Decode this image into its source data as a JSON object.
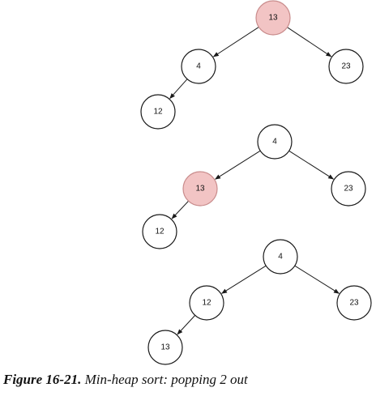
{
  "diagrams": [
    {
      "id": "step-1",
      "nodes": [
        {
          "id": "a",
          "label": "13",
          "highlight": true
        },
        {
          "id": "b",
          "label": "4",
          "highlight": false
        },
        {
          "id": "c",
          "label": "23",
          "highlight": false
        },
        {
          "id": "d",
          "label": "12",
          "highlight": false
        }
      ],
      "edges": [
        [
          "a",
          "b"
        ],
        [
          "a",
          "c"
        ],
        [
          "b",
          "d"
        ]
      ]
    },
    {
      "id": "step-2",
      "nodes": [
        {
          "id": "a",
          "label": "4",
          "highlight": false
        },
        {
          "id": "b",
          "label": "13",
          "highlight": true
        },
        {
          "id": "c",
          "label": "23",
          "highlight": false
        },
        {
          "id": "d",
          "label": "12",
          "highlight": false
        }
      ],
      "edges": [
        [
          "a",
          "b"
        ],
        [
          "a",
          "c"
        ],
        [
          "b",
          "d"
        ]
      ]
    },
    {
      "id": "step-3",
      "nodes": [
        {
          "id": "a",
          "label": "4",
          "highlight": false
        },
        {
          "id": "b",
          "label": "12",
          "highlight": false
        },
        {
          "id": "c",
          "label": "23",
          "highlight": false
        },
        {
          "id": "d",
          "label": "13",
          "highlight": false
        }
      ],
      "edges": [
        [
          "a",
          "b"
        ],
        [
          "a",
          "c"
        ],
        [
          "b",
          "d"
        ]
      ]
    }
  ],
  "caption": {
    "figure": "Figure 16-21.",
    "text": "Min-heap sort: popping 2 out"
  },
  "colors": {
    "highlight_fill": "#f2c4c4",
    "highlight_stroke": "#c98c8c",
    "stroke": "#1a1a1a"
  }
}
